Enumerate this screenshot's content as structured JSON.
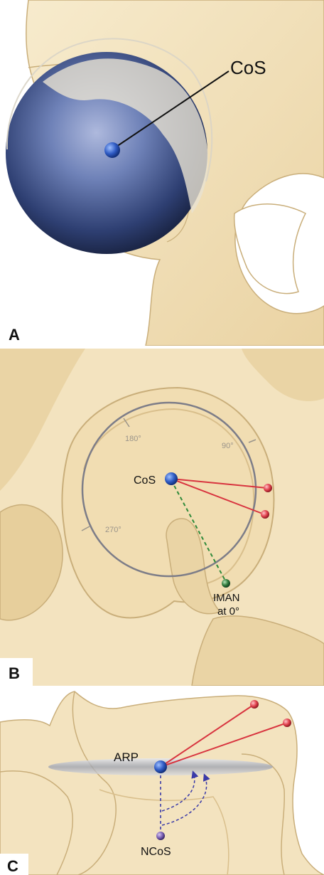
{
  "panels": [
    {
      "letter": "A",
      "labels": {
        "cos": "CoS"
      }
    },
    {
      "letter": "B",
      "labels": {
        "cos": "CoS",
        "iman_line1": "IMAN",
        "iman_line2": "at 0°"
      },
      "degree_marks": [
        "180°",
        "90°",
        "270°"
      ]
    },
    {
      "letter": "C",
      "labels": {
        "arp": "ARP",
        "ncos": "NCoS"
      }
    }
  ],
  "colors": {
    "bone": "#f3e3bf",
    "bone_shadow": "#d9bf8c",
    "sphere_blue": "#3f5a9a",
    "marker_red": "#e0404c",
    "marker_green": "#2f7a3a",
    "dashed_blue": "#3a3aa8",
    "circle_gray": "#7d7d88"
  }
}
